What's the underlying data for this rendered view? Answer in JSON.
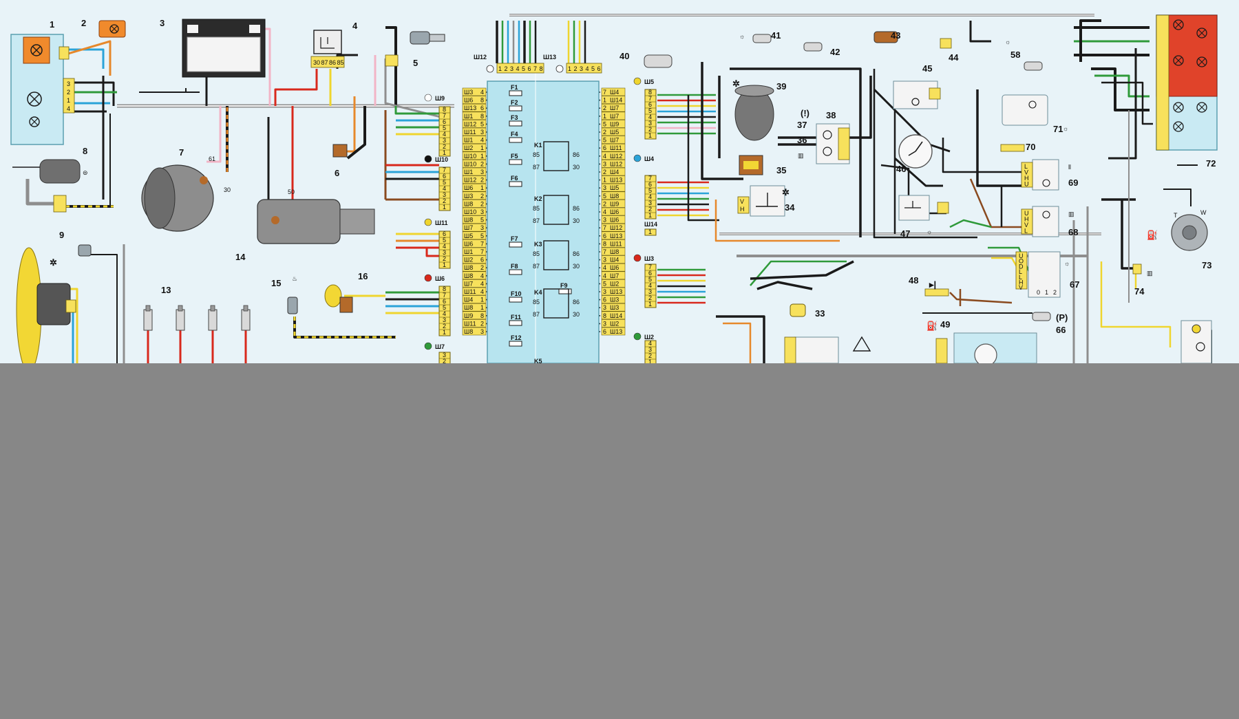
{
  "diagram": {
    "components": [
      {
        "id": "c1",
        "label": "1"
      },
      {
        "id": "c2",
        "label": "2"
      },
      {
        "id": "c3",
        "label": "3"
      },
      {
        "id": "c4",
        "label": "4"
      },
      {
        "id": "c5",
        "label": "5"
      },
      {
        "id": "c6",
        "label": "6"
      },
      {
        "id": "c7",
        "label": "7"
      },
      {
        "id": "c8",
        "label": "8"
      },
      {
        "id": "c9",
        "label": "9"
      },
      {
        "id": "c13",
        "label": "13"
      },
      {
        "id": "c14",
        "label": "14"
      },
      {
        "id": "c15",
        "label": "15"
      },
      {
        "id": "c16",
        "label": "16"
      },
      {
        "id": "c33",
        "label": "33"
      },
      {
        "id": "c34",
        "label": "34"
      },
      {
        "id": "c35",
        "label": "35"
      },
      {
        "id": "c36",
        "label": "36"
      },
      {
        "id": "c37",
        "label": "37"
      },
      {
        "id": "c38",
        "label": "38"
      },
      {
        "id": "c39",
        "label": "39"
      },
      {
        "id": "c40",
        "label": "40"
      },
      {
        "id": "c41",
        "label": "41"
      },
      {
        "id": "c42",
        "label": "42"
      },
      {
        "id": "c43",
        "label": "43"
      },
      {
        "id": "c44",
        "label": "44"
      },
      {
        "id": "c45",
        "label": "45"
      },
      {
        "id": "c46",
        "label": "46"
      },
      {
        "id": "c47",
        "label": "47"
      },
      {
        "id": "c48",
        "label": "48"
      },
      {
        "id": "c49",
        "label": "49"
      },
      {
        "id": "c58",
        "label": "58"
      },
      {
        "id": "c66",
        "label": "66"
      },
      {
        "id": "c67",
        "label": "67"
      },
      {
        "id": "c68",
        "label": "68"
      },
      {
        "id": "c69",
        "label": "69"
      },
      {
        "id": "c70",
        "label": "70"
      },
      {
        "id": "c71",
        "label": "71"
      },
      {
        "id": "c72",
        "label": "72"
      },
      {
        "id": "c73",
        "label": "73"
      },
      {
        "id": "c74",
        "label": "74"
      }
    ],
    "terminal_labels": {
      "alt_61": "61",
      "alt_30": "30",
      "starter_50": "50",
      "relay4_pins": [
        "30",
        "87",
        "86",
        "85"
      ]
    },
    "connectors": {
      "sh9": "Ш9",
      "sh10": "Ш10",
      "sh11": "Ш11",
      "sh6": "Ш6",
      "sh7": "Ш7",
      "sh12": "Ш12",
      "sh13": "Ш13",
      "sh5": "Ш5",
      "sh4": "Ш4",
      "sh14": "Ш14",
      "sh3": "Ш3",
      "sh2": "Ш2"
    },
    "fusebox": {
      "fuses": [
        "F1",
        "F2",
        "F3",
        "F4",
        "F5",
        "F6",
        "F7",
        "F8",
        "F9",
        "F10",
        "F11",
        "F12"
      ],
      "relays": [
        "K1",
        "K2",
        "K3",
        "K4",
        "K5"
      ],
      "relay_pins": [
        "85",
        "86",
        "87",
        "30"
      ],
      "left_col": [
        {
          "c": "Ш3",
          "n": "4"
        },
        {
          "c": "Ш6",
          "n": "8"
        },
        {
          "c": "Ш13",
          "n": "6"
        },
        {
          "c": "Ш1",
          "n": "8"
        },
        {
          "c": "Ш12",
          "n": "5"
        },
        {
          "c": "Ш11",
          "n": "3"
        },
        {
          "c": "Ш1",
          "n": "4"
        },
        {
          "c": "Ш2",
          "n": "1"
        },
        {
          "c": "Ш10",
          "n": "1"
        },
        {
          "c": "Ш10",
          "n": "2"
        },
        {
          "c": "Ш1",
          "n": "3"
        },
        {
          "c": "Ш12",
          "n": "2"
        },
        {
          "c": "Ш6",
          "n": "1"
        },
        {
          "c": "Ш3",
          "n": "2"
        },
        {
          "c": "Ш8",
          "n": "2"
        },
        {
          "c": "Ш10",
          "n": "3"
        },
        {
          "c": "Ш8",
          "n": "5"
        },
        {
          "c": "Ш7",
          "n": "3"
        },
        {
          "c": "Ш5",
          "n": "5"
        },
        {
          "c": "Ш6",
          "n": "7"
        },
        {
          "c": "Ш1",
          "n": "7"
        },
        {
          "c": "Ш2",
          "n": "6"
        },
        {
          "c": "Ш8",
          "n": "2"
        },
        {
          "c": "Ш8",
          "n": "4"
        },
        {
          "c": "Ш7",
          "n": "4"
        },
        {
          "c": "Ш11",
          "n": "4"
        },
        {
          "c": "Ш4",
          "n": "1"
        },
        {
          "c": "Ш8",
          "n": "1"
        },
        {
          "c": "Ш9",
          "n": "8"
        },
        {
          "c": "Ш11",
          "n": "2"
        },
        {
          "c": "Ш8",
          "n": "3"
        }
      ],
      "right_col": [
        {
          "n": "7",
          "c": "Ш4"
        },
        {
          "n": "1",
          "c": "Ш14"
        },
        {
          "n": "2",
          "c": "Ш7"
        },
        {
          "n": "1",
          "c": "Ш7"
        },
        {
          "n": "5",
          "c": "Ш9"
        },
        {
          "n": "2",
          "c": "Ш5"
        },
        {
          "n": "5",
          "c": "Ш7"
        },
        {
          "n": "6",
          "c": "Ш11"
        },
        {
          "n": "4",
          "c": "Ш12"
        },
        {
          "n": "3",
          "c": "Ш12"
        },
        {
          "n": "2",
          "c": "Ш4"
        },
        {
          "n": "1",
          "c": "Ш13"
        },
        {
          "n": "3",
          "c": "Ш5"
        },
        {
          "n": "5",
          "c": "Ш8"
        },
        {
          "n": "2",
          "c": "Ш9"
        },
        {
          "n": "4",
          "c": "Ш6"
        },
        {
          "n": "3",
          "c": "Ш6"
        },
        {
          "n": "7",
          "c": "Ш12"
        },
        {
          "n": "6",
          "c": "Ш13"
        },
        {
          "n": "8",
          "c": "Ш11"
        },
        {
          "n": "7",
          "c": "Ш8"
        },
        {
          "n": "3",
          "c": "Ш4"
        },
        {
          "n": "4",
          "c": "Ш6"
        },
        {
          "n": "4",
          "c": "Ш7"
        },
        {
          "n": "5",
          "c": "Ш2"
        },
        {
          "n": "3",
          "c": "Ш13"
        },
        {
          "n": "6",
          "c": "Ш3"
        },
        {
          "n": "3",
          "c": "Ш3"
        },
        {
          "n": "8",
          "c": "Ш14"
        },
        {
          "n": "3",
          "c": "Ш2"
        },
        {
          "n": "6",
          "c": "Ш13"
        }
      ]
    },
    "switch_pins": [
      "L",
      "V",
      "H",
      "U",
      "O",
      "D"
    ],
    "switch67_positions": [
      "0",
      "1",
      "2"
    ],
    "ign_switch_letters": [
      "T",
      "W"
    ],
    "colors": {
      "background": "#e8f3f8",
      "panel": "#c9eaf3",
      "fusebox": "#b7e4ef",
      "connector": "#f7e15c",
      "wire_black": "#1a1a1a",
      "wire_red": "#d8281c",
      "wire_green": "#2f9a3a",
      "wire_blue": "#2aa3d8",
      "wire_yellow": "#efd52e",
      "wire_orange": "#e6882b",
      "wire_pink": "#f2b4c6",
      "wire_brown": "#8a4a1f",
      "wire_grey": "#8e8e8e",
      "lamp_orange": "#f08a2c",
      "lamp_red": "#e0432a",
      "crop_grey": "#878787"
    },
    "icon_names": [
      "fan-icon",
      "coolant-temp-icon",
      "headlamp-icon",
      "side-light-icon",
      "rear-fog-icon",
      "heated-window-icon",
      "sun-light-icon",
      "hazard-triangle-icon",
      "fuel-pump-icon",
      "parking-brake-icon",
      "brake-warning-icon",
      "ground-symbol-icon",
      "diode-icon"
    ]
  }
}
